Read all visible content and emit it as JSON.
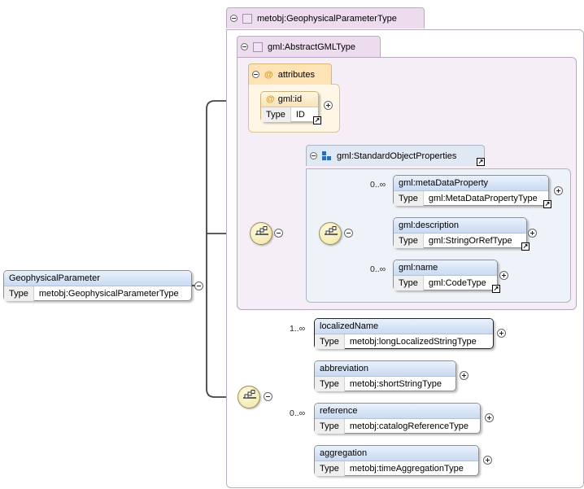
{
  "complex_type": {
    "label": "metobj:GeophysicalParameterType"
  },
  "base_type": {
    "label": "gml:AbstractGMLType"
  },
  "attributes_group": {
    "label": "attributes"
  },
  "attribute_id": {
    "name": "gml:id",
    "type_key": "Type",
    "type_value": "ID"
  },
  "standard_group": {
    "label": "gml:StandardObjectProperties"
  },
  "root_element": {
    "name": "GeophysicalParameter",
    "type_key": "Type",
    "type_value": "metobj:GeophysicalParameterType"
  },
  "std_elements": [
    {
      "name": "gml:metaDataProperty",
      "type_key": "Type",
      "type_value": "gml:MetaDataPropertyType",
      "cardinality": "0..∞"
    },
    {
      "name": "gml:description",
      "type_key": "Type",
      "type_value": "gml:StringOrRefType",
      "cardinality": ""
    },
    {
      "name": "gml:name",
      "type_key": "Type",
      "type_value": "gml:CodeType",
      "cardinality": "0..∞"
    }
  ],
  "seq_elements": [
    {
      "name": "localizedName",
      "type_key": "Type",
      "type_value": "metobj:longLocalizedStringType",
      "cardinality": "1..∞"
    },
    {
      "name": "abbreviation",
      "type_key": "Type",
      "type_value": "metobj:shortStringType",
      "cardinality": ""
    },
    {
      "name": "reference",
      "type_key": "Type",
      "type_value": "metobj:catalogReferenceType",
      "cardinality": "0..∞"
    },
    {
      "name": "aggregation",
      "type_key": "Type",
      "type_value": "metobj:timeAggregationType",
      "cardinality": ""
    }
  ],
  "colors": {
    "complex_tab": "#ecdcee",
    "group_blue": "#2f6eae",
    "attribute_orange": "#fde3b6",
    "element_header": "#c9daf2"
  }
}
